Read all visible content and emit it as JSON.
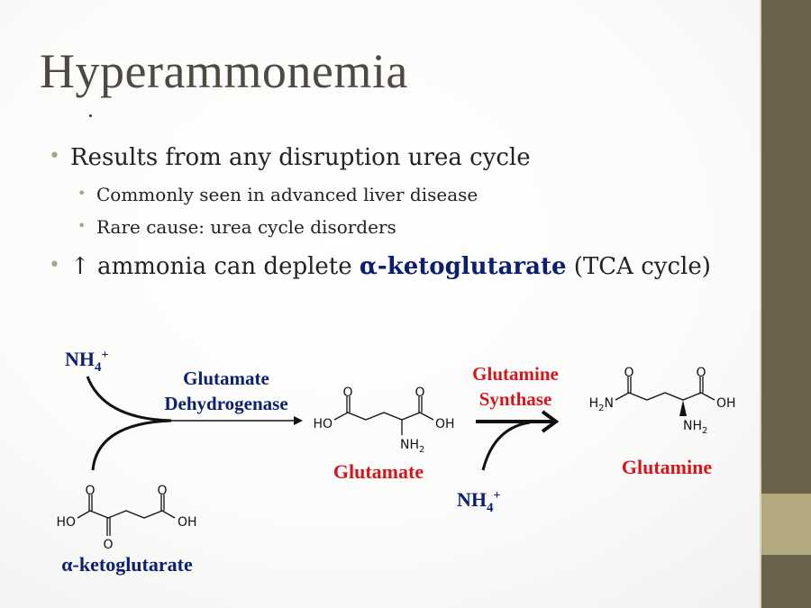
{
  "slide": {
    "title": "Hyperammonemia",
    "bullets": [
      {
        "level": 1,
        "text": "Results from any disruption urea cycle"
      },
      {
        "level": 2,
        "text": "Commonly seen in advanced liver disease"
      },
      {
        "level": 2,
        "text": "Rare cause: urea cycle disorders"
      },
      {
        "level": 1,
        "arrow": "↑",
        "pre": " ammonia can deplete ",
        "emphasis": "α-ketoglutarate",
        "post": " (TCA cycle)"
      }
    ],
    "bullet_glyph": "•"
  },
  "diagram": {
    "nh4_left": {
      "base": "NH",
      "sub": "4",
      "sup": "+"
    },
    "nh4_right": {
      "base": "NH",
      "sub": "4",
      "sup": "+"
    },
    "enzyme1": [
      "Glutamate",
      "Dehydrogenase"
    ],
    "enzyme2": [
      "Glutamine",
      "Synthase"
    ],
    "substrate_name": "α-ketoglutarate",
    "product1_name": "Glutamate",
    "product2_name": "Glutamine",
    "atoms": {
      "O": "O",
      "HO": "HO",
      "OH": "OH",
      "NH2": {
        "base": "NH",
        "sub": "2"
      },
      "H2N": {
        "base": "H",
        "sub": "2",
        "rest": "N"
      }
    }
  },
  "colors": {
    "title": "#4e4a42",
    "bullet_marker": "#a6a48c",
    "emphasis_blue": "#0b1f6e",
    "red_label": "#d4171c",
    "rail_dark": "#6b624b",
    "rail_light": "#b2a97e"
  }
}
